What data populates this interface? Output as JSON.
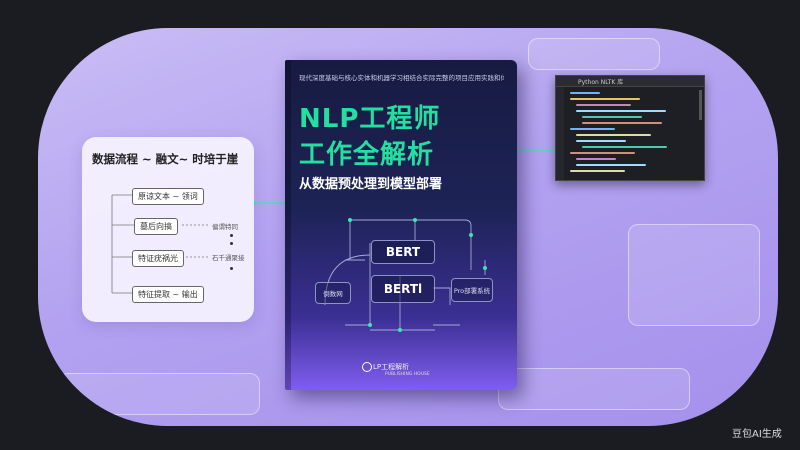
{
  "flow_card": {
    "title": "数据流程 ~ 融文~ 时培于崖",
    "nodes": [
      "原谅文本 ~ 领词",
      "墓后向搞",
      "特证疣祸光",
      "特征提取 ~ 输出"
    ],
    "side_labels": [
      "偏谓特同",
      "石千通聚接"
    ]
  },
  "book": {
    "top_text": "现代深度基础与核心实体和机器学习相结合实际完整的项目应用实践和体系结合",
    "title_line1": "NLP工程师",
    "title_line2": "工作全解析",
    "subtitle": "从数据预处理到模型部署",
    "diagram": {
      "bert_top": "BERT",
      "bert_mid": "BERTl",
      "left_box": "倒数网",
      "right_box": "Pro部署系统"
    },
    "publisher": "LP工程解析",
    "publisher_sub": "PUBLISHING HOUSE"
  },
  "code_window": {
    "title": "Python NLTK 库"
  },
  "colors": {
    "accent_green": "#24e0a0",
    "stage": "#b3a2f0",
    "book_dark": "#171b42"
  },
  "watermark": "豆包AI生成"
}
